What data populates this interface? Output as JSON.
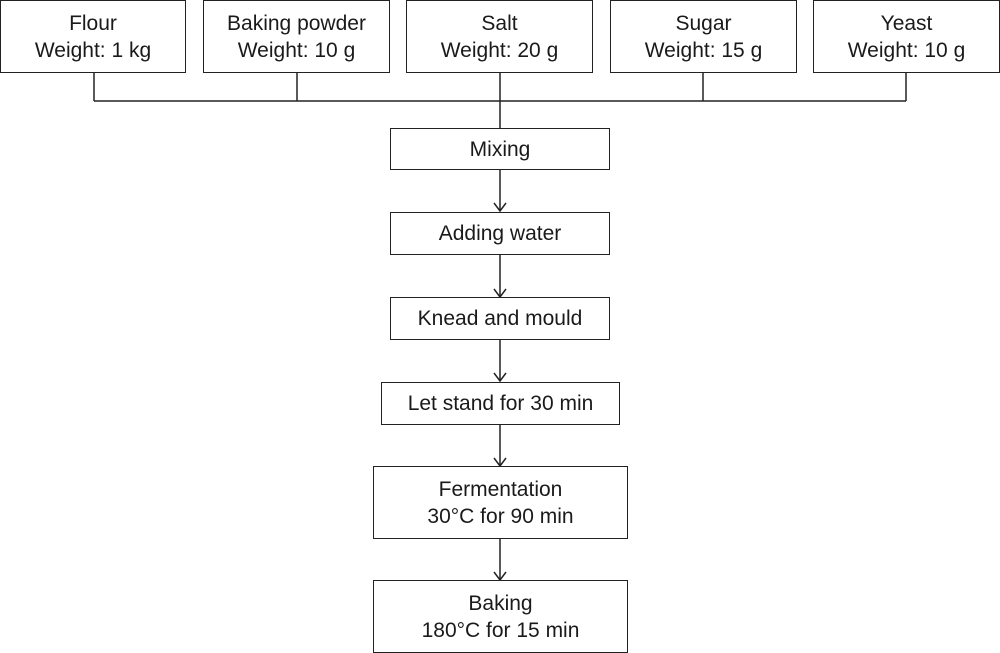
{
  "ingredients": [
    {
      "name": "Flour",
      "weight": "Weight: 1 kg"
    },
    {
      "name": "Baking powder",
      "weight": "Weight: 10 g"
    },
    {
      "name": "Salt",
      "weight": "Weight: 20 g"
    },
    {
      "name": "Sugar",
      "weight": "Weight: 15 g"
    },
    {
      "name": "Yeast",
      "weight": "Weight: 10 g"
    }
  ],
  "steps": [
    {
      "line1": "Mixing"
    },
    {
      "line1": "Adding water"
    },
    {
      "line1": "Knead and mould"
    },
    {
      "line1": "Let stand for 30 min"
    },
    {
      "line1": "Fermentation",
      "line2": "30°C for 90 min"
    },
    {
      "line1": "Baking",
      "line2": "180°C for 15 min"
    }
  ]
}
